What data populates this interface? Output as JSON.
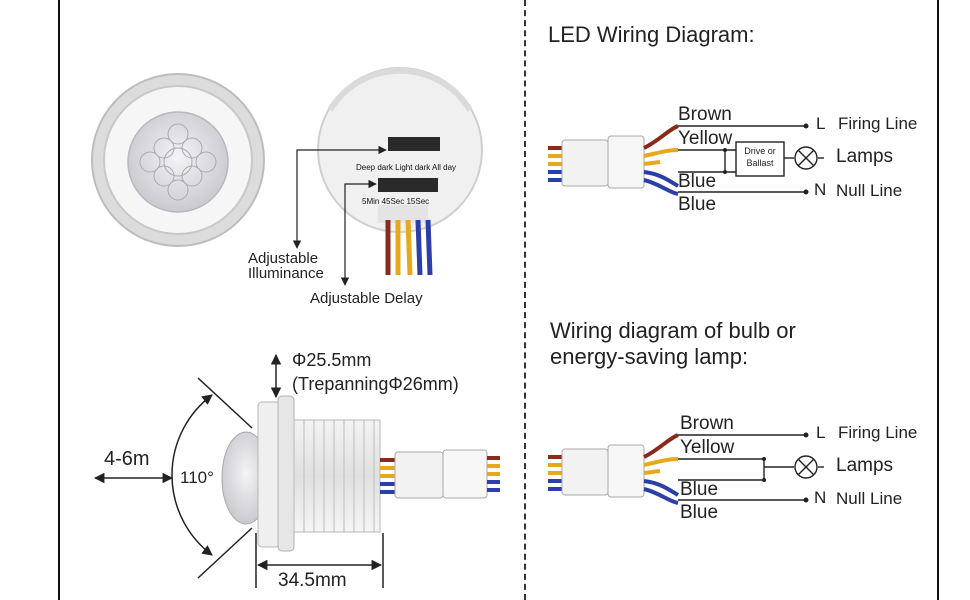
{
  "led": {
    "title": "LED Wiring Diagram:",
    "wires": {
      "brown": "Brown",
      "yellow": "Yellow",
      "blue1": "Blue",
      "blue2": "Blue"
    },
    "terminals": {
      "l": "L",
      "n": "N",
      "firing": "Firing Line",
      "lamps": "Lamps",
      "null": "Null Line"
    },
    "driver": {
      "line1": "Drive or",
      "line2": "Ballast"
    }
  },
  "bulb": {
    "title_line1": "Wiring diagram of bulb or",
    "title_line2": "energy-saving lamp:",
    "wires": {
      "brown": "Brown",
      "yellow": "Yellow",
      "blue1": "Blue",
      "blue2": "Blue"
    },
    "terminals": {
      "l": "L",
      "n": "N",
      "firing": "Firing Line",
      "lamps": "Lamps",
      "null": "Null Line"
    }
  },
  "sensor": {
    "dial_top": "Deep dark Light dark All day",
    "dial_bottom": "5Min 45Sec 15Sec",
    "illuminance_line1": "Adjustable",
    "illuminance_line2": "Illuminance",
    "delay": "Adjustable Delay"
  },
  "dimensions": {
    "diameter": "Φ25.5mm",
    "trepanning": "(TrepanningΦ26mm)",
    "distance": "4-6m",
    "angle": "110°",
    "length": "34.5mm"
  },
  "colors": {
    "brown": "#8b2a1a",
    "yellow": "#e8a81c",
    "blue": "#2b3fa8",
    "line": "#222222"
  }
}
